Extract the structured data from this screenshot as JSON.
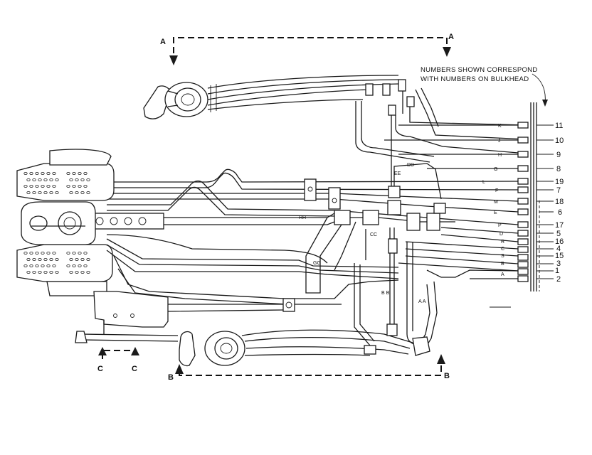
{
  "note_lines": [
    "NUMBERS SHOWN CORRESPOND",
    "WITH NUMBERS ON BULKHEAD"
  ],
  "section_marks": {
    "a_left": "A",
    "a_right": "A",
    "b_left": "B",
    "b_right": "B",
    "c_left": "C",
    "c_right": "C"
  },
  "bulkhead_numbers": [
    "11",
    "10",
    "9",
    "8",
    "19",
    "7",
    "18",
    "6",
    "17",
    "5",
    "16",
    "4",
    "15",
    "3",
    "1",
    "2"
  ],
  "line_letters": {
    "k": "K",
    "j": "J",
    "h": "H",
    "g": "G",
    "l": "L",
    "f": "F",
    "m": "M",
    "e": "E",
    "p": "P",
    "d": "D",
    "r": "R",
    "c": "C",
    "s": "S",
    "b": "B",
    "a": "A"
  },
  "callouts": {
    "dd": "DD",
    "ee": "EE",
    "hh": "HH",
    "cc": "CC",
    "gg": "GG",
    "bb": "B B",
    "aa": "A A"
  }
}
